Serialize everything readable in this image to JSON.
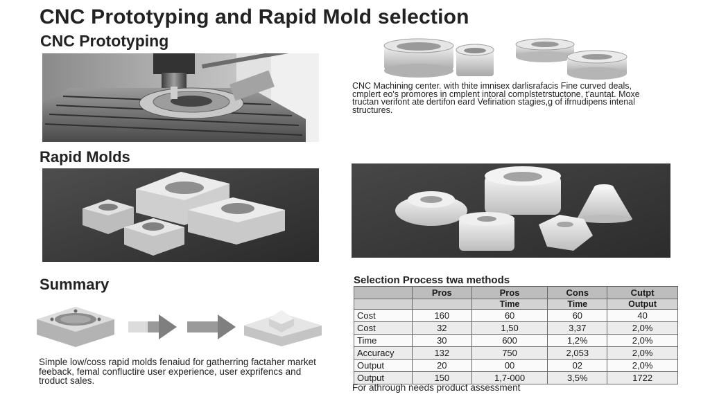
{
  "title": "CNC Prototyping and Rapid Mold selection",
  "sections": {
    "cnc": {
      "heading": "CNC Prototyping",
      "description": "CNC Machining center. with thite imnisex darlisrafacis Fine curved deals, cmplert eo's promores in cmplent intoral complstetrstuctone, t'auntat. Moxe tructan verifont ate dertifon eard Vefiriation stagies,g of ifrnudipens intenal structures."
    },
    "molds": {
      "heading": "Rapid Molds"
    },
    "summary": {
      "heading": "Summary",
      "text": "Simple low/coss rapid molds fenaiud for gatherring factaher market feeback, femal confluctire user experience, user exprifencs and troduct sales."
    }
  },
  "selection_table": {
    "title": "Selection Process twa methods",
    "headers": [
      "",
      "Pros",
      "Pros",
      "Cons",
      "Cutpt"
    ],
    "subheaders": [
      "",
      "",
      "Time",
      "Time",
      "Output"
    ],
    "rows": [
      [
        "Cost",
        "160",
        "60",
        "60",
        "40"
      ],
      [
        "Cost",
        "32",
        "1,50",
        "3,37",
        "2,0%"
      ],
      [
        "Time",
        "30",
        "600",
        "1,2%",
        "2,0%"
      ],
      [
        "Accuracy",
        "132",
        "750",
        "2,053",
        "2,0%"
      ],
      [
        "Output",
        "20",
        "00",
        "02",
        "2,0%"
      ],
      [
        "Output",
        "150",
        "1,7-000",
        "3,5%",
        "1722"
      ]
    ],
    "note": "For athrough needs product assessment"
  }
}
